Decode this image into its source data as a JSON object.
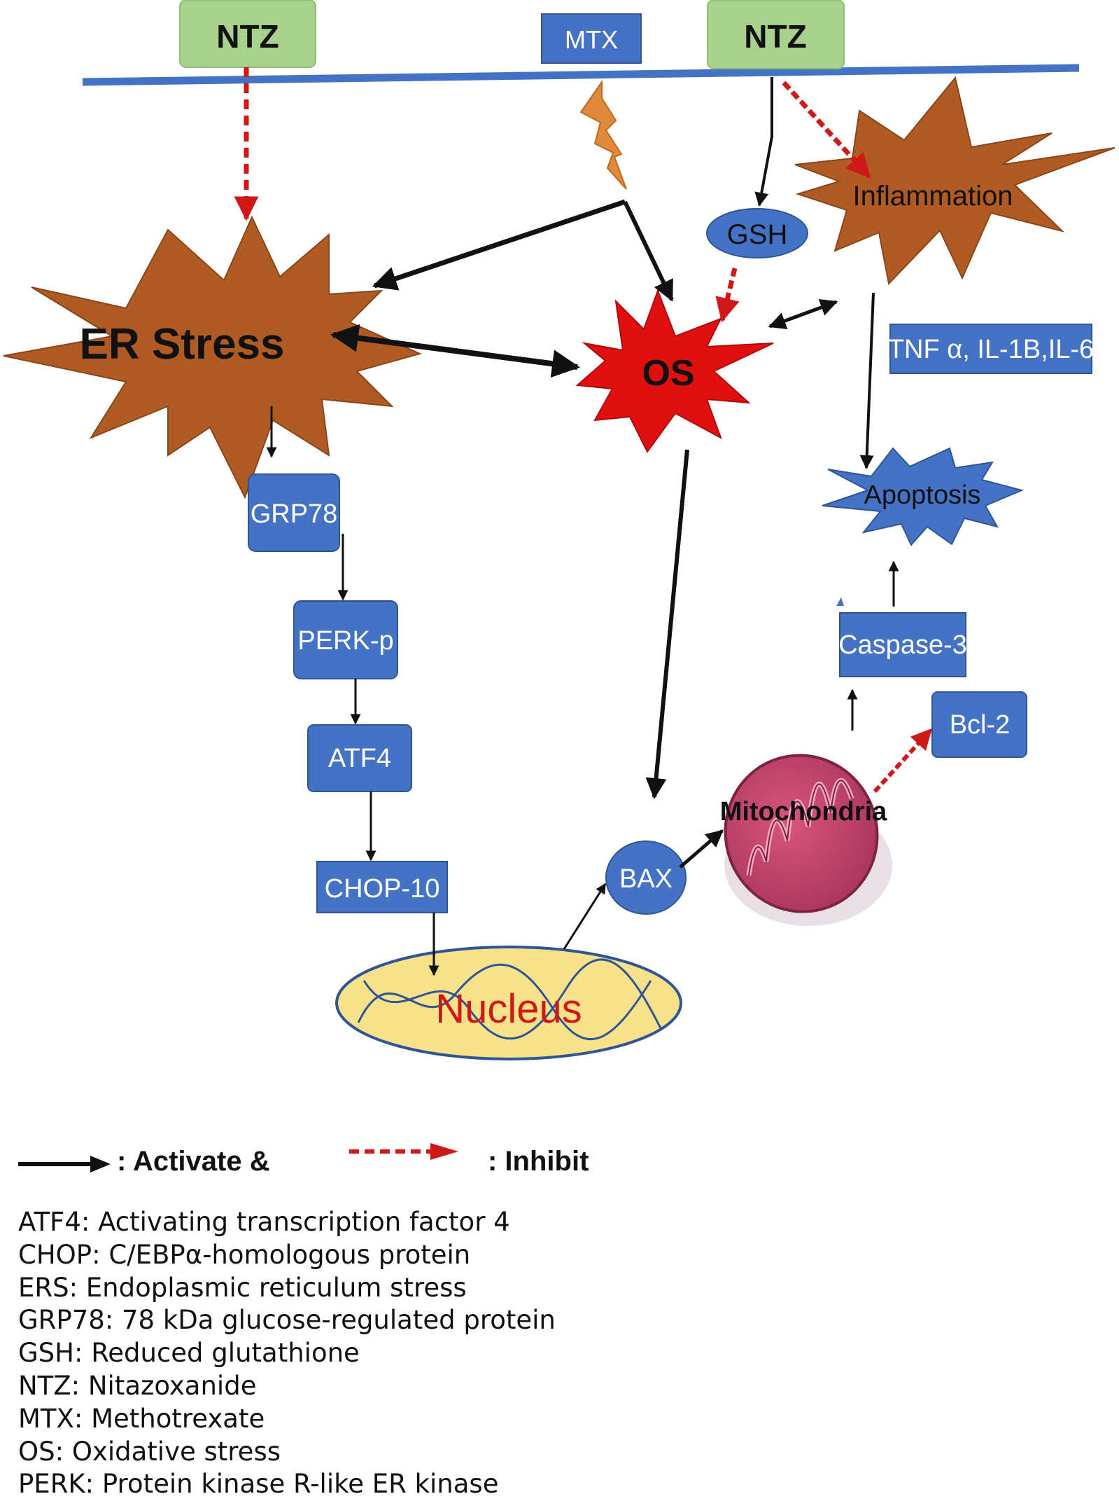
{
  "nodes": {
    "ntz_left": "NTZ",
    "mtx": "MTX",
    "ntz_right": "NTZ",
    "inflammation": "Inflammation",
    "gsh": "GSH",
    "er_stress": "ER Stress",
    "os": "OS",
    "cytokines": "TNF α, IL-1B,IL-6",
    "apoptosis": "Apoptosis",
    "grp78": "GRP78",
    "perk": "PERK-p",
    "atf4": "ATF4",
    "chop": "CHOP-10",
    "caspase3": "Caspase-3",
    "bcl2": "Bcl-2",
    "mitochondria": "Mitochondria",
    "bax": "BAX",
    "nucleus": "Nucleus"
  },
  "legend": {
    "activate_label": ": Activate &",
    "inhibit_label": ": Inhibit"
  },
  "abbreviations": [
    "ATF4: Activating transcription factor 4",
    "CHOP: C/EBPα-homologous protein",
    "ERS: Endoplasmic reticulum stress",
    "GRP78: 78 kDa glucose-regulated protein",
    "GSH: Reduced glutathione",
    "NTZ: Nitazoxanide",
    "MTX: Methotrexate",
    "OS: Oxidative stress",
    "PERK: Protein kinase R-like ER kinase"
  ],
  "colors": {
    "box_blue": "#4472c4",
    "ntz_green": "#a9d18e",
    "burst_brown": "#b05a24",
    "os_red": "#e01010",
    "inhibit_red": "#d01818",
    "membrane": "#4472c4",
    "nucleus_fill": "#f7e28a",
    "mito_pink": "#c2466e",
    "lightning": "#e0893a"
  }
}
